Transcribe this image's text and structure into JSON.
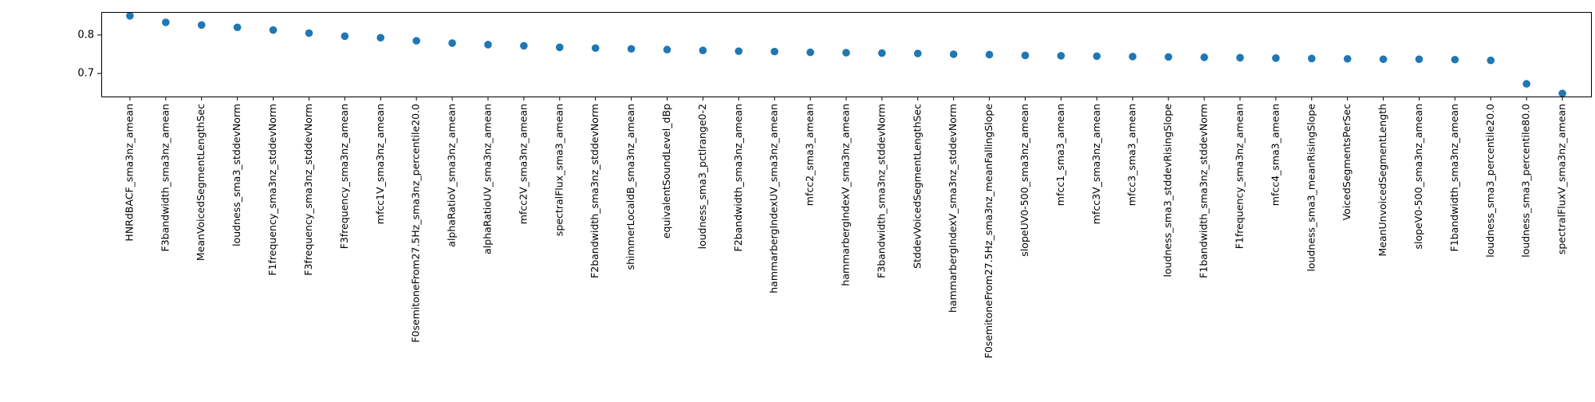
{
  "chart_data": {
    "type": "scatter",
    "title": "",
    "xlabel": "",
    "ylabel": "",
    "ylim": [
      0.64,
      0.86
    ],
    "yticks": [
      0.7,
      0.8
    ],
    "ytick_labels": [
      "0.7",
      "0.8"
    ],
    "grid": false,
    "marker_color": "#1f77b4",
    "categories": [
      "HNRdBACF_sma3nz_amean",
      "F3bandwidth_sma3nz_amean",
      "MeanVoicedSegmentLengthSec",
      "loudness_sma3_stddevNorm",
      "F1frequency_sma3nz_stddevNorm",
      "F3frequency_sma3nz_stddevNorm",
      "F3frequency_sma3nz_amean",
      "mfcc1V_sma3nz_amean",
      "F0semitoneFrom27.5Hz_sma3nz_percentile20.0",
      "alphaRatioV_sma3nz_amean",
      "alphaRatioUV_sma3nz_amean",
      "mfcc2V_sma3nz_amean",
      "spectralFlux_sma3_amean",
      "F2bandwidth_sma3nz_stddevNorm",
      "shimmerLocaldB_sma3nz_amean",
      "equivalentSoundLevel_dBp",
      "loudness_sma3_pctlrange0-2",
      "F2bandwidth_sma3nz_amean",
      "hammarbergIndexUV_sma3nz_amean",
      "mfcc2_sma3_amean",
      "hammarbergIndexV_sma3nz_amean",
      "F3bandwidth_sma3nz_stddevNorm",
      "StddevVoicedSegmentLengthSec",
      "hammarbergIndexV_sma3nz_stddevNorm",
      "F0semitoneFrom27.5Hz_sma3nz_meanFallingSlope",
      "slopeUV0-500_sma3nz_amean",
      "mfcc1_sma3_amean",
      "mfcc3V_sma3nz_amean",
      "mfcc3_sma3_amean",
      "loudness_sma3_stddevRisingSlope",
      "F1bandwidth_sma3nz_stddevNorm",
      "F1frequency_sma3nz_amean",
      "mfcc4_sma3_amean",
      "loudness_sma3_meanRisingSlope",
      "VoicedSegmentsPerSec",
      "MeanUnvoicedSegmentLength",
      "slopeV0-500_sma3nz_amean",
      "F1bandwidth_sma3nz_amean",
      "loudness_sma3_percentile20.0",
      "loudness_sma3_percentile80.0",
      "spectralFluxV_sma3nz_amean"
    ],
    "values": [
      0.85,
      0.833,
      0.826,
      0.82,
      0.813,
      0.805,
      0.797,
      0.793,
      0.785,
      0.779,
      0.775,
      0.772,
      0.768,
      0.766,
      0.764,
      0.762,
      0.76,
      0.758,
      0.757,
      0.755,
      0.754,
      0.753,
      0.752,
      0.75,
      0.749,
      0.747,
      0.746,
      0.745,
      0.744,
      0.743,
      0.742,
      0.741,
      0.74,
      0.739,
      0.738,
      0.737,
      0.737,
      0.736,
      0.734,
      0.673,
      0.648
    ]
  }
}
